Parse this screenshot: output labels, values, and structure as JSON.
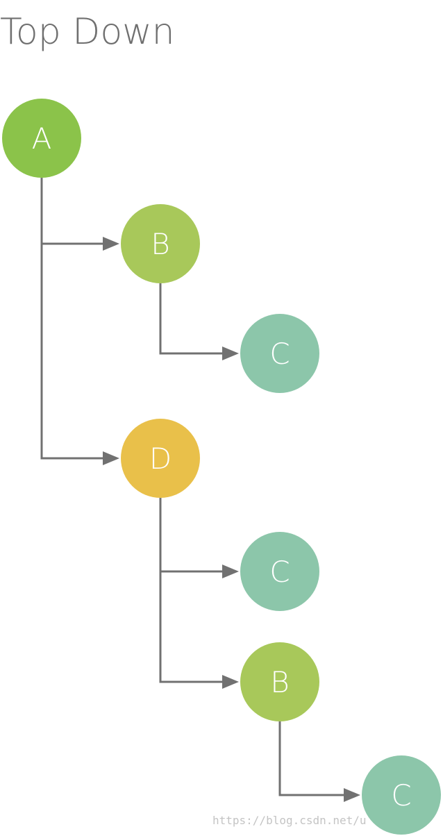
{
  "title": "Top Down",
  "colors": {
    "node_a": "#8bc34a",
    "node_b": "#a8c85a",
    "node_c": "#8cc6aa",
    "node_d": "#e9c04a",
    "edge": "#717171",
    "title_text": "#6f6f6f"
  },
  "nodes": [
    {
      "id": "n1",
      "label": "A",
      "color_key": "node_a"
    },
    {
      "id": "n2",
      "label": "B",
      "color_key": "node_b"
    },
    {
      "id": "n3",
      "label": "C",
      "color_key": "node_c"
    },
    {
      "id": "n4",
      "label": "D",
      "color_key": "node_d"
    },
    {
      "id": "n5",
      "label": "C",
      "color_key": "node_c"
    },
    {
      "id": "n6",
      "label": "B",
      "color_key": "node_b"
    },
    {
      "id": "n7",
      "label": "C",
      "color_key": "node_c"
    }
  ],
  "edges": [
    {
      "from": "n1",
      "to": "n2"
    },
    {
      "from": "n2",
      "to": "n3"
    },
    {
      "from": "n1",
      "to": "n4"
    },
    {
      "from": "n4",
      "to": "n5"
    },
    {
      "from": "n4",
      "to": "n6"
    },
    {
      "from": "n6",
      "to": "n7"
    }
  ],
  "watermark": "https://blog.csdn.net/u"
}
